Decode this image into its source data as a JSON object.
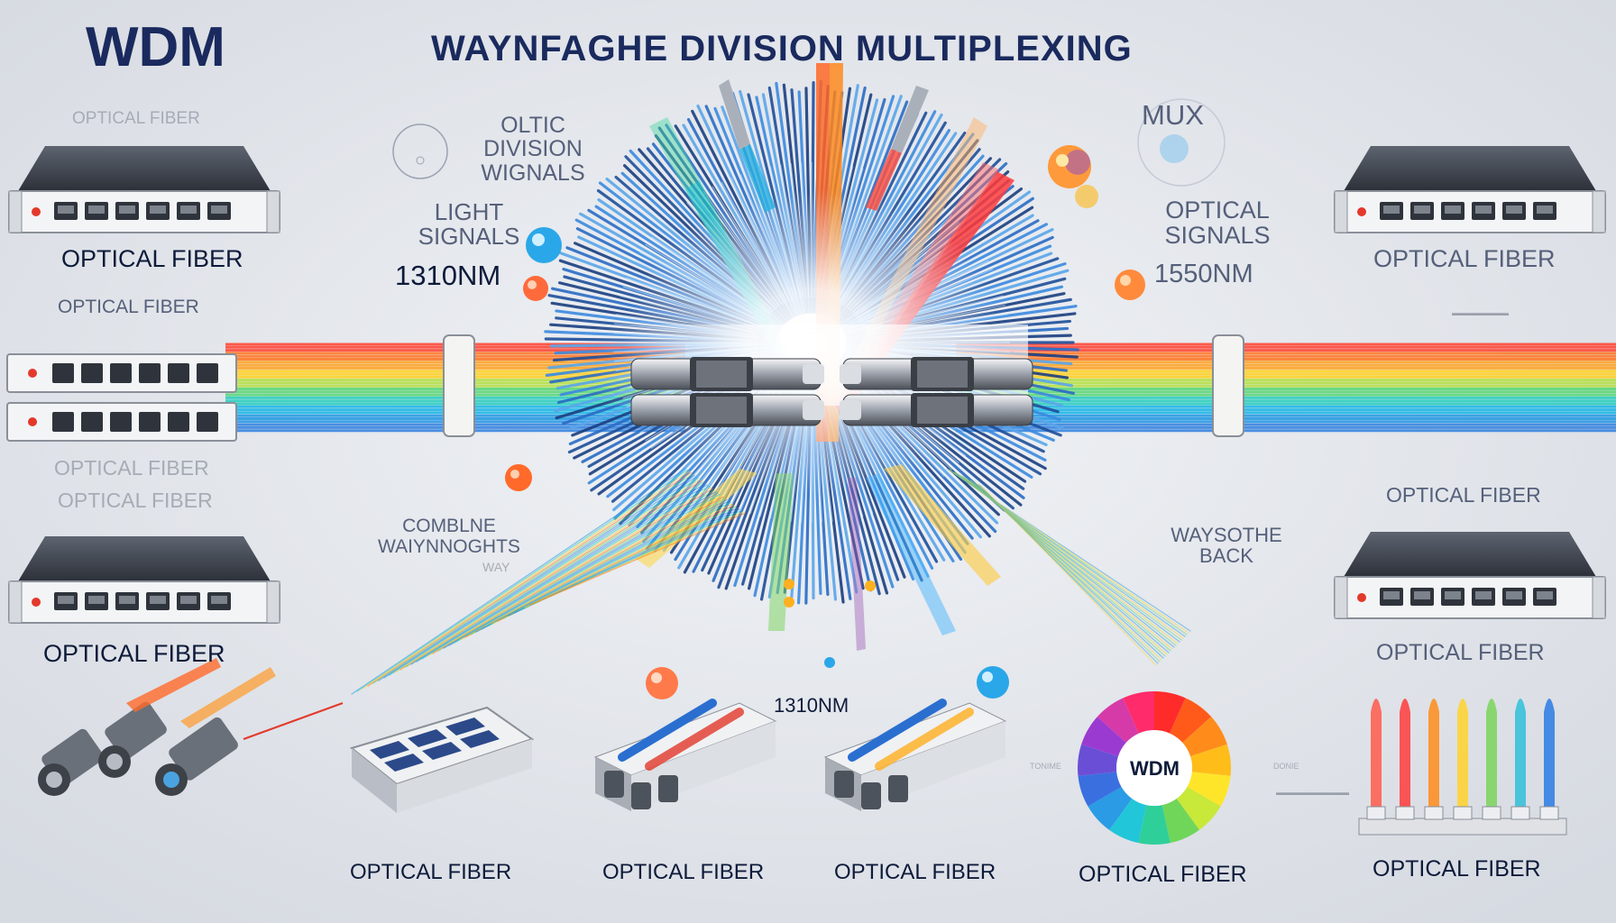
{
  "header": {
    "logo_text": "WDM",
    "title": "WAYNFAGHE DIVISION MULTIPLEXING"
  },
  "labels": {
    "optical_fiber": "OPTICAL FIBER",
    "optical_fiber_faded": "OPTICAL FIBER",
    "oltic_division": "OLTIC DIVISION WIGNALS",
    "light_signals": "LIGHT SIGNALS",
    "wavelength_1310": "1310NM",
    "mux": "MUX",
    "optical_signals": "OPTICAL SIGNALS",
    "wavelength_1550": "1550NM",
    "combine": "COMBLNE WAIYNNOGHTS",
    "combine_sub": "WAY",
    "waysothe": "WAYSOTHE BACK",
    "wavelength_bottom": "1310NM",
    "wheel_label": "WDM",
    "small_left": "TONIME",
    "small_right": "DONIE"
  },
  "colors": {
    "background": "#dfe2e8",
    "title": "#1a2a5e",
    "burst_blue": "#2a72c9",
    "spectrum": [
      "#ff3b2f",
      "#ff8c1a",
      "#ffd21f",
      "#4cd964",
      "#1ec7d9",
      "#2a7be4",
      "#8e44ad"
    ]
  },
  "icons": [
    "network-switch-icon",
    "fiber-connector-icon",
    "dwdm-module-icon",
    "color-wheel-icon",
    "fiber-patch-icon"
  ]
}
